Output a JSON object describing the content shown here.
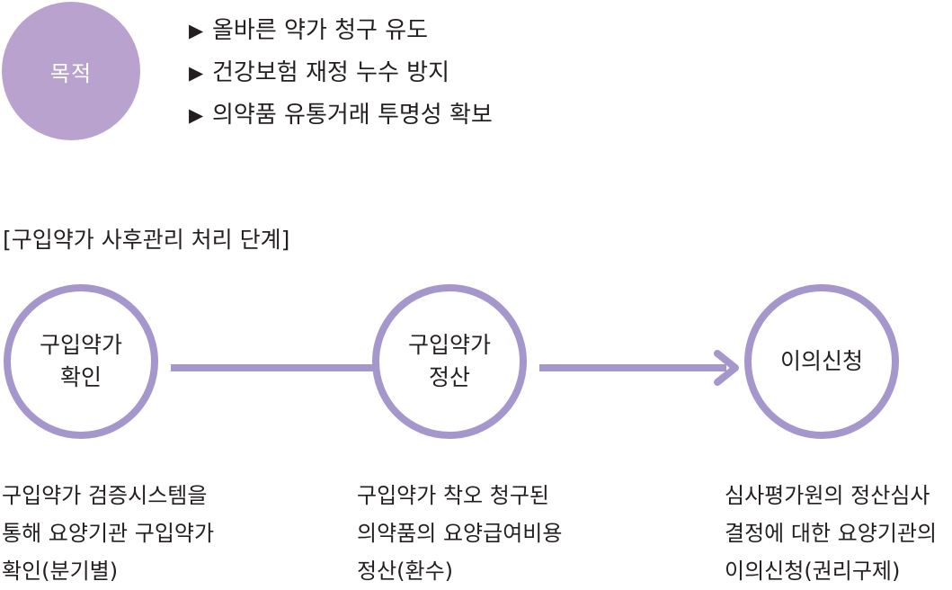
{
  "purpose": {
    "label": "목적",
    "items": [
      "올바른 약가 청구 유도",
      "건강보험 재정 누수 방지",
      "의약품 유통거래 투명성 확보"
    ]
  },
  "section_title": "[구입약가 사후관리 처리 단계]",
  "steps": [
    {
      "title": [
        "구입약가",
        "확인"
      ],
      "desc": [
        "구입약가 검증시스템을",
        "통해 요양기관 구입약가",
        "확인(분기별)"
      ]
    },
    {
      "title": [
        "구입약가",
        "정산"
      ],
      "desc": [
        "구입약가 착오 청구된",
        "의약품의 요양급여비용",
        "정산(환수)"
      ]
    },
    {
      "title": [
        "이의신청"
      ],
      "desc": [
        "심사평가원의 정산심사",
        "결정에 대한 요양기관의",
        "이의신청(권리구제)"
      ]
    }
  ],
  "colors": {
    "purpose_fill": "#b9a2cd",
    "flow_stroke": "#a596cc",
    "text": "#231f20"
  }
}
